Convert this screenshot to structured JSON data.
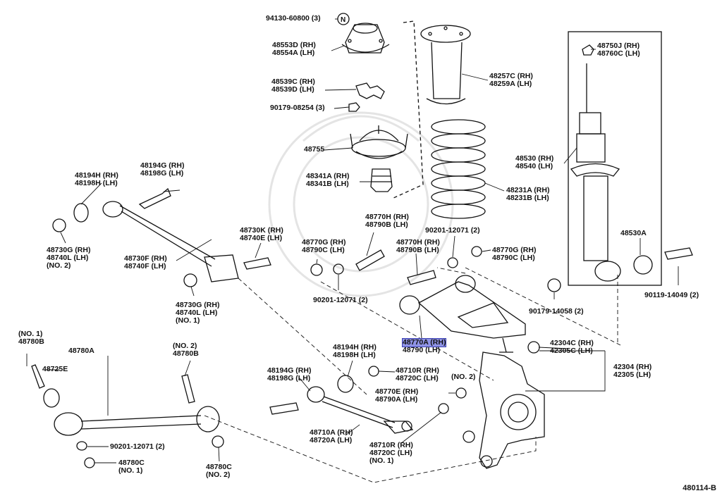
{
  "figure_code": "480114-B",
  "labels": [
    {
      "id": "l1",
      "lines": [
        "94130-60800 (3)"
      ]
    },
    {
      "id": "l2",
      "lines": [
        "48553D (RH)",
        "48554A (LH)"
      ]
    },
    {
      "id": "l3",
      "lines": [
        "48539C (RH)",
        "48539D (LH)"
      ]
    },
    {
      "id": "l4",
      "lines": [
        "90179-08254 (3)"
      ]
    },
    {
      "id": "l5",
      "lines": [
        "48755"
      ]
    },
    {
      "id": "l6",
      "lines": [
        "48341A (RH)",
        "48341B (LH)"
      ]
    },
    {
      "id": "l7",
      "lines": [
        "48257C (RH)",
        "48259A (LH)"
      ]
    },
    {
      "id": "l8",
      "lines": [
        "48231A (RH)",
        "48231B (LH)"
      ]
    },
    {
      "id": "l9",
      "lines": [
        "48750J (RH)",
        "48760C (LH)"
      ]
    },
    {
      "id": "l10",
      "lines": [
        "48530 (RH)",
        "48540 (LH)"
      ]
    },
    {
      "id": "l11",
      "lines": [
        "48530A"
      ]
    },
    {
      "id": "l12",
      "lines": [
        "90119-14049 (2)"
      ]
    },
    {
      "id": "l13",
      "lines": [
        "90179-14058 (2)"
      ]
    },
    {
      "id": "l14",
      "lines": [
        "48194G (RH)",
        "48198G (LH)"
      ]
    },
    {
      "id": "l15",
      "lines": [
        "48194H (RH)",
        "48198H (LH)"
      ]
    },
    {
      "id": "l16",
      "lines": [
        "48730G (RH)",
        "48740L (LH)",
        "(NO. 2)"
      ]
    },
    {
      "id": "l17",
      "lines": [
        "48730F (RH)",
        "48740F (LH)"
      ]
    },
    {
      "id": "l18",
      "lines": [
        "48730G (RH)",
        "48740L (LH)",
        "(NO. 1)"
      ]
    },
    {
      "id": "l19",
      "lines": [
        "48730K (RH)",
        "48740E (LH)"
      ]
    },
    {
      "id": "l20",
      "lines": [
        "48770G (RH)",
        "48790C (LH)"
      ]
    },
    {
      "id": "l21",
      "lines": [
        "48770H (RH)",
        "48790B (LH)"
      ]
    },
    {
      "id": "l22",
      "lines": [
        "90201-12071 (2)"
      ]
    },
    {
      "id": "l23",
      "lines": [
        "48770H (RH)",
        "48790B (LH)"
      ]
    },
    {
      "id": "l24",
      "lines": [
        "48770G (RH)",
        "48790C (LH)"
      ]
    },
    {
      "id": "l25",
      "lines": [
        "90201-12071 (2)"
      ]
    },
    {
      "id": "l26",
      "lines": [
        "48770A (RH)",
        "48790 (LH)"
      ],
      "highlight": true
    },
    {
      "id": "l27",
      "lines": [
        "42304C (RH)",
        "42305C (LH)"
      ]
    },
    {
      "id": "l28",
      "lines": [
        "42304 (RH)",
        "42305 (LH)"
      ]
    },
    {
      "id": "l29",
      "lines": [
        "(NO. 1)",
        "48780B"
      ]
    },
    {
      "id": "l30",
      "lines": [
        "48780A"
      ]
    },
    {
      "id": "l31",
      "lines": [
        "(NO. 2)",
        "48780B"
      ]
    },
    {
      "id": "l32",
      "lines": [
        "48725E"
      ]
    },
    {
      "id": "l33",
      "lines": [
        "90201-12071 (2)"
      ]
    },
    {
      "id": "l34",
      "lines": [
        "48780C",
        "(NO. 1)"
      ]
    },
    {
      "id": "l35",
      "lines": [
        "48780C",
        "(NO. 2)"
      ]
    },
    {
      "id": "l36",
      "lines": [
        "48194H (RH)",
        "48198H (LH)"
      ]
    },
    {
      "id": "l37",
      "lines": [
        "48194G (RH)",
        "48198G (LH)"
      ]
    },
    {
      "id": "l38",
      "lines": [
        "48710R (RH)",
        "48720C (LH)"
      ]
    },
    {
      "id": "l39",
      "lines": [
        "(NO. 2)"
      ]
    },
    {
      "id": "l40",
      "lines": [
        "48770E (RH)",
        "48790A (LH)"
      ]
    },
    {
      "id": "l41",
      "lines": [
        "48710A (RH)",
        "48720A (LH)"
      ]
    },
    {
      "id": "l42",
      "lines": [
        "48710R (RH)",
        "48720C (LH)",
        "(NO. 1)"
      ]
    }
  ]
}
